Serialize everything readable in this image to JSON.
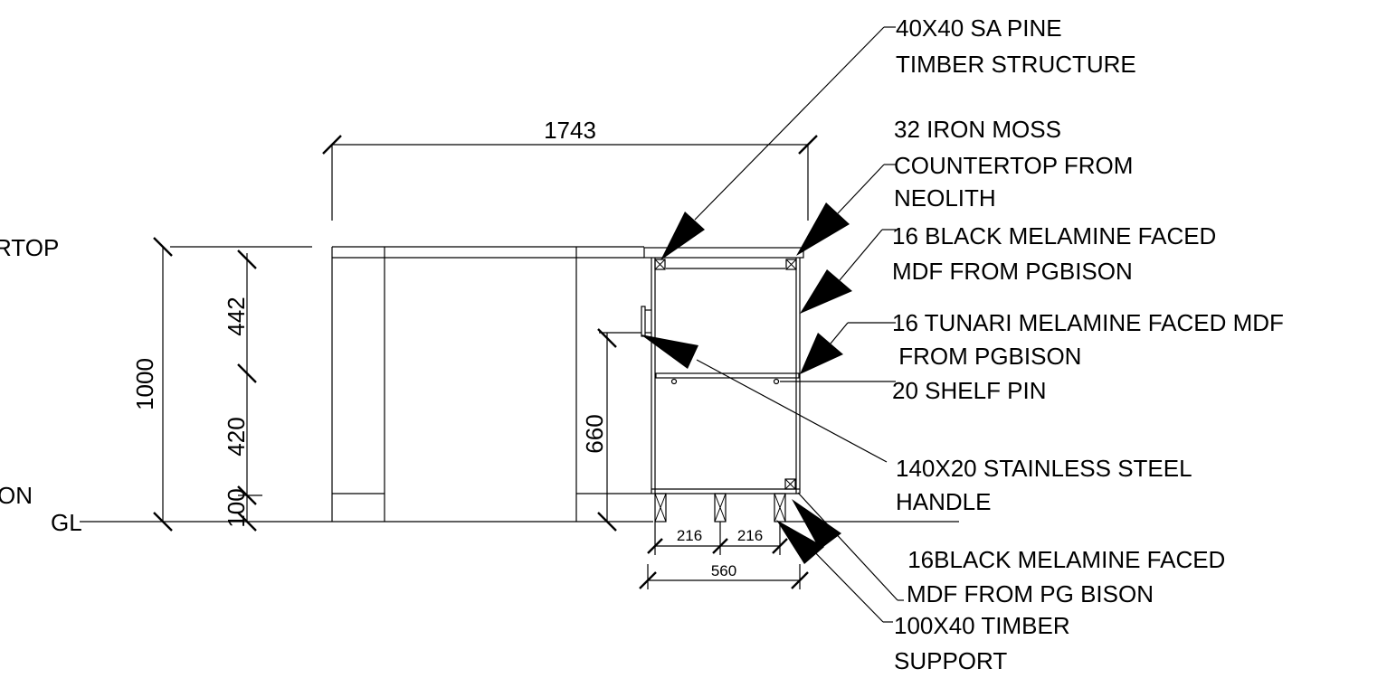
{
  "left_labels": {
    "countertop_fragment": "RTOP",
    "ion_fragment": "ON",
    "ground_level": "GL"
  },
  "dimensions": {
    "overall_width": "1743",
    "overall_height": "1000",
    "upper_height": "442",
    "middle_height": "420",
    "plinth_height": "100",
    "handle_height": "660",
    "leg_spacing_left": "216",
    "leg_spacing_right": "216",
    "depth": "560"
  },
  "annotations": [
    {
      "lines": [
        "40X40 SA PINE",
        "TIMBER STRUCTURE"
      ]
    },
    {
      "lines": [
        "32 IRON MOSS",
        "COUNTERTOP FROM",
        "NEOLITH"
      ]
    },
    {
      "lines": [
        "16 BLACK MELAMINE FACED",
        "MDF FROM PGBISON"
      ]
    },
    {
      "lines": [
        "16 TUNARI MELAMINE FACED MDF",
        " FROM PGBISON"
      ]
    },
    {
      "lines": [
        "20 SHELF PIN"
      ]
    },
    {
      "lines": [
        "140X20 STAINLESS STEEL",
        "HANDLE"
      ]
    },
    {
      "lines": [
        " 16BLACK MELAMINE FACED",
        "MDF FROM PG BISON"
      ]
    },
    {
      "lines": [
        "100X40 TIMBER",
        "SUPPORT"
      ]
    }
  ]
}
